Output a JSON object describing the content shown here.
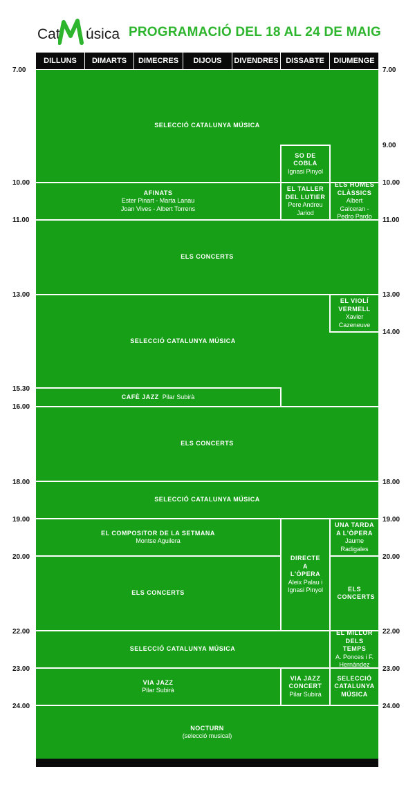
{
  "logo": {
    "cat": "Cat",
    "usica": "úsica"
  },
  "title": "PROGRAMACIÓ DEL 18 AL 24 DE MAIG",
  "days": [
    "DILLUNS",
    "DIMARTS",
    "DIMECRES",
    "DIJOUS",
    "DIVENDRES",
    "DISSABTE",
    "DIUMENGE"
  ],
  "left_times": [
    "7.00",
    "10.00",
    "11.00",
    "13.00",
    "15.30",
    "16.00",
    "18.00",
    "19.00",
    "20.00",
    "22.00",
    "23.00",
    "24.00"
  ],
  "right_times": [
    "7.00",
    "9.00",
    "10.00",
    "11.00",
    "13.00",
    "14.00",
    "18.00",
    "19.00",
    "20.00",
    "22.00",
    "23.00",
    "24.00"
  ],
  "blocks": {
    "b1": {
      "title": "SELECCIÓ CATALUNYA MÚSICA"
    },
    "b2": {
      "title": "SO DE COBLA",
      "sub": "Ignasi Pinyol"
    },
    "b3": {
      "title": "AFINATS",
      "sub1": "Ester Pinart - Marta Lanau",
      "sub2": "Joan Vives - Albert Torrens"
    },
    "b4": {
      "title": "EL TALLER DEL LUTIER",
      "sub": "Pere Andreu Jariod"
    },
    "b5": {
      "title": "ELS HOMES CLÀSSICS",
      "sub": "Albert Galceran - Pedro Pardo"
    },
    "b6": {
      "title": "ELS CONCERTS"
    },
    "b7": {
      "title": "SELECCIÓ CATALUNYA MÚSICA"
    },
    "b8": {
      "title": "EL VIOLÍ VERMELL",
      "sub": "Xavier Cazeneuve"
    },
    "b9": {
      "title": "CAFÈ JAZZ",
      "sub": "Pilar Subirà"
    },
    "b10": {
      "title": "ELS CONCERTS"
    },
    "b11": {
      "title": "SELECCIÓ CATALUNYA MÚSICA"
    },
    "b12": {
      "title": "EL COMPOSITOR DE LA SETMANA",
      "sub": "Montse Aguilera"
    },
    "b13": {
      "title": "DIRECTE A L'ÒPERA",
      "sub": "Aleix Palau i Ignasi Pinyol"
    },
    "b14": {
      "title": "UNA TARDA A L'ÒPERA",
      "sub": "Jaume Radigales"
    },
    "b15": {
      "title": "ELS CONCERTS"
    },
    "b16": {
      "title": "ELS CONCERTS"
    },
    "b17": {
      "title": "SELECCIÓ CATALUNYA MÚSICA"
    },
    "b18": {
      "title": "EL MILLOR DELS TEMPS",
      "sub": "A. Ponces i F. Hernàndez"
    },
    "b19": {
      "title": "VIA JAZZ",
      "sub": "Pilar Subirà"
    },
    "b20": {
      "title": "VIA JAZZ CONCERT",
      "sub": "Pilar Subirà"
    },
    "b21": {
      "title": "SELECCIÓ CATALUNYA MÚSICA"
    },
    "b22": {
      "title": "NOCTURN",
      "sub": "(selecció musical)"
    }
  },
  "colors": {
    "grid": "#17a017",
    "title": "#2db52d",
    "bar": "#0a0a0a"
  }
}
